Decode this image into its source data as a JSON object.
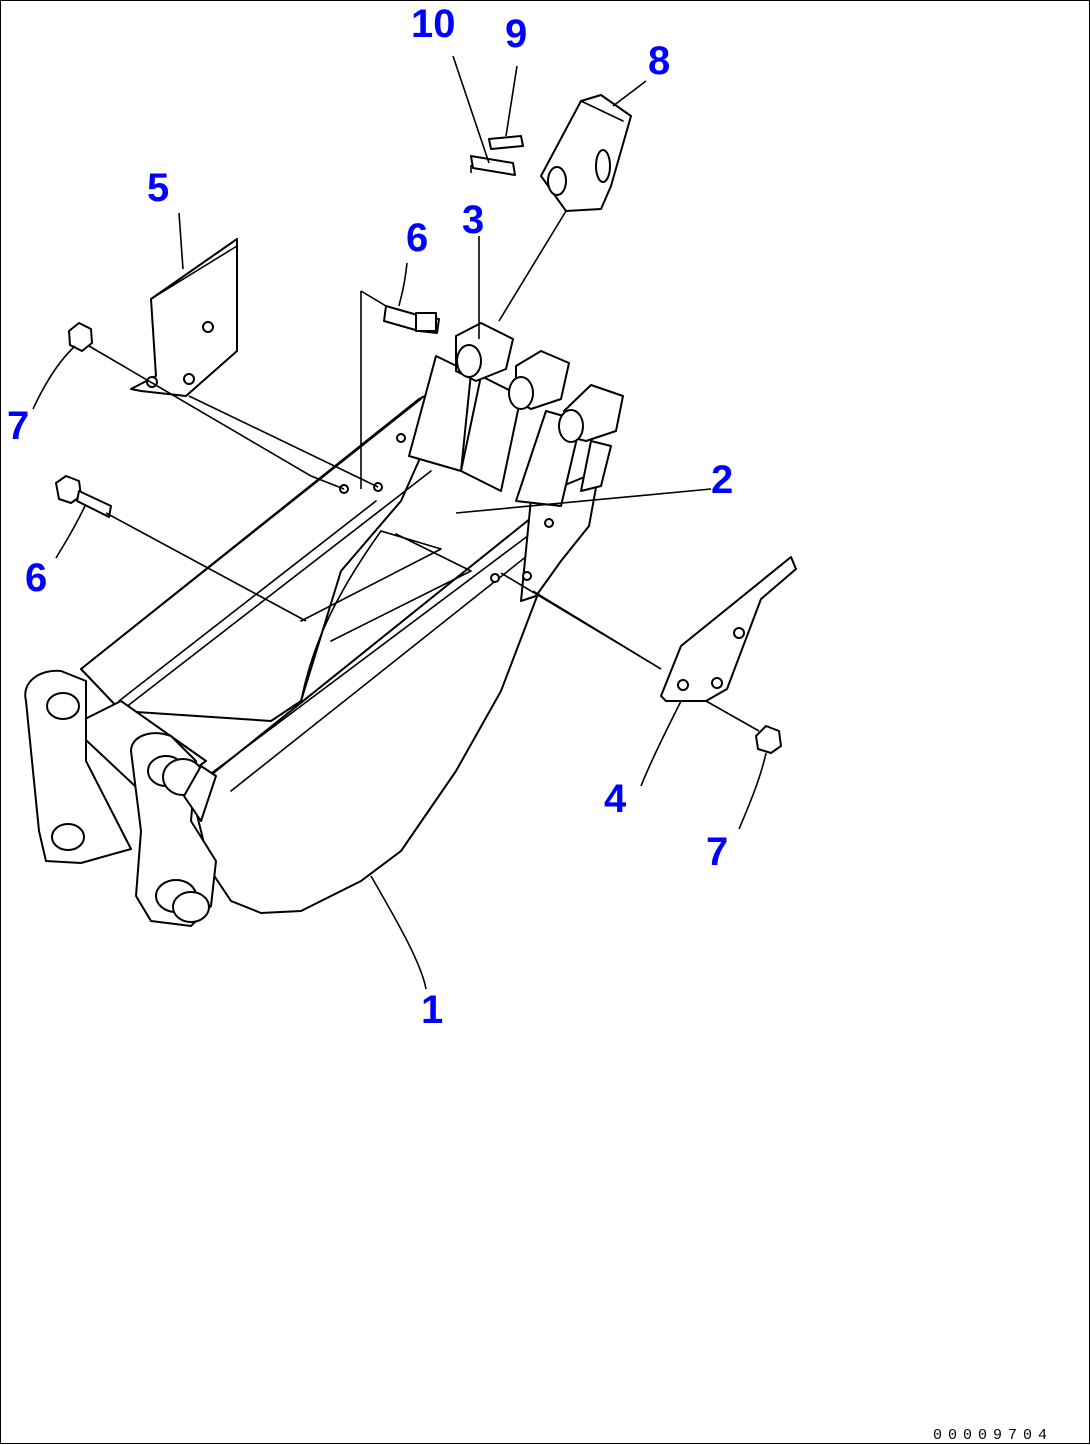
{
  "callouts": {
    "c1": "1",
    "c2": "2",
    "c3": "3",
    "c4": "4",
    "c5": "5",
    "c6a": "6",
    "c6b": "6",
    "c7a": "7",
    "c7b": "7",
    "c8": "8",
    "c9": "9",
    "c10": "10"
  },
  "drawing_number": "00009704",
  "colors": {
    "callout": "#0000ff",
    "line": "#000000",
    "background": "#ffffff"
  }
}
